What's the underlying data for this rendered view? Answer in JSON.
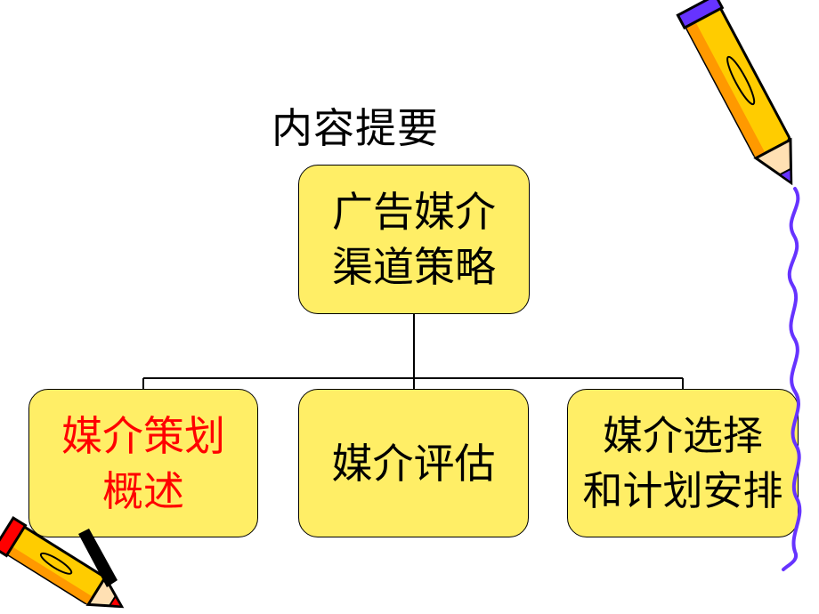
{
  "title": "内容提要",
  "root": {
    "line1": "广告媒介",
    "line2": "渠道策略"
  },
  "children": [
    {
      "line1": "媒介策划",
      "line2": "概述",
      "color": "#ff0000"
    },
    {
      "line1": "媒介评估"
    },
    {
      "line1": "媒介选择",
      "line2": "和计划安排"
    }
  ],
  "colors": {
    "box_fill": "#ffee66",
    "border": "#000000",
    "squiggle": "#6633ff",
    "pencil_body": "#ffcc00",
    "pencil_tip": "#ff0000"
  },
  "decorations": [
    "pencil-icon",
    "pencil-icon",
    "squiggle-line"
  ]
}
